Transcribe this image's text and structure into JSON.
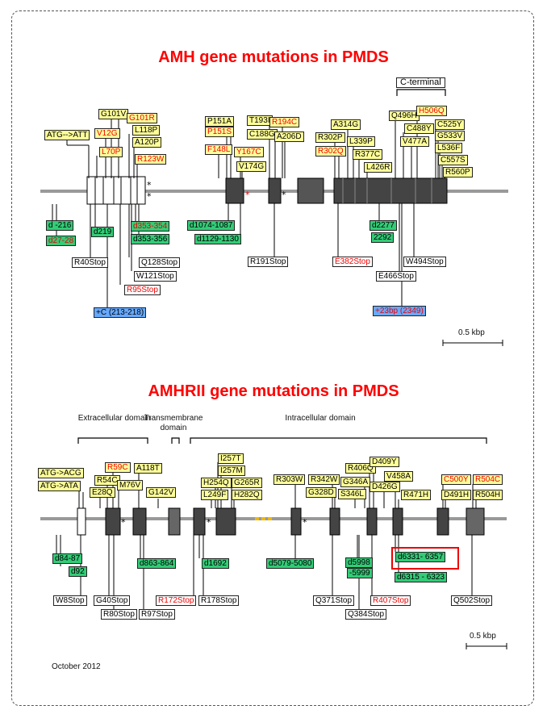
{
  "amh": {
    "title": "AMH gene mutations in PMDS",
    "c_terminal": "C-terminal",
    "scale": "0.5 kbp",
    "above": [
      "ATG-->ATT",
      "G101V",
      "G101R",
      "V12G",
      "L118P",
      "A120P",
      "L70P",
      "R123W",
      "P151A",
      "P151S",
      "T193I",
      "R194C",
      "C188G",
      "A206D",
      "F148L",
      "Y167C",
      "V174G",
      "A314G",
      "R302P",
      "R302Q",
      "L339P",
      "R377C",
      "L426R",
      "Q496H",
      "H506Q",
      "C488Y",
      "V477A",
      "C525Y",
      "G533V",
      "L536F",
      "C557S",
      "R560P"
    ],
    "below": [
      "d -216",
      "d27-28",
      "d219",
      "d353-354",
      "d353-356",
      "R40Stop",
      "Q128Stop",
      "W121Stop",
      "R95Stop",
      "+C (213-218)",
      "d1074-1087",
      "d1129-1130",
      "R191Stop",
      "d2277",
      "2292",
      "E382Stop",
      "W494Stop",
      "E466Stop",
      "+23bp (2349)"
    ]
  },
  "amhr": {
    "title": "AMHRII gene mutations in PMDS",
    "domains": [
      "Extracellular domain",
      "Transmembrane domain",
      "Intracellular domain"
    ],
    "scale": "0.5 kbp",
    "above": [
      "ATG->ACG",
      "ATG->ATA",
      "R54C",
      "R59C",
      "E28Q",
      "M76V",
      "A118T",
      "G142V",
      "I257T",
      "I257M",
      "H254Q",
      "G265R",
      "L249F",
      "H282Q",
      "R303W",
      "R342W",
      "G328D",
      "G346A",
      "S346L",
      "R406Q",
      "D409Y",
      "D426G",
      "V458A",
      "R471H",
      "C500Y",
      "R504C",
      "D491H",
      "R504H"
    ],
    "below": [
      "d84-87",
      "d92",
      "W8Stop",
      "G40Stop",
      "R80Stop",
      "d863-864",
      "R97Stop",
      "R172Stop",
      "R178Stop",
      "d1692",
      "d5079-5080",
      "Q371Stop",
      "d5998",
      "-5999",
      "Q384Stop",
      "R407Stop",
      "d6331- 6357",
      "d6315 - 6323",
      "Q502Stop"
    ]
  },
  "footer": "October 2012"
}
